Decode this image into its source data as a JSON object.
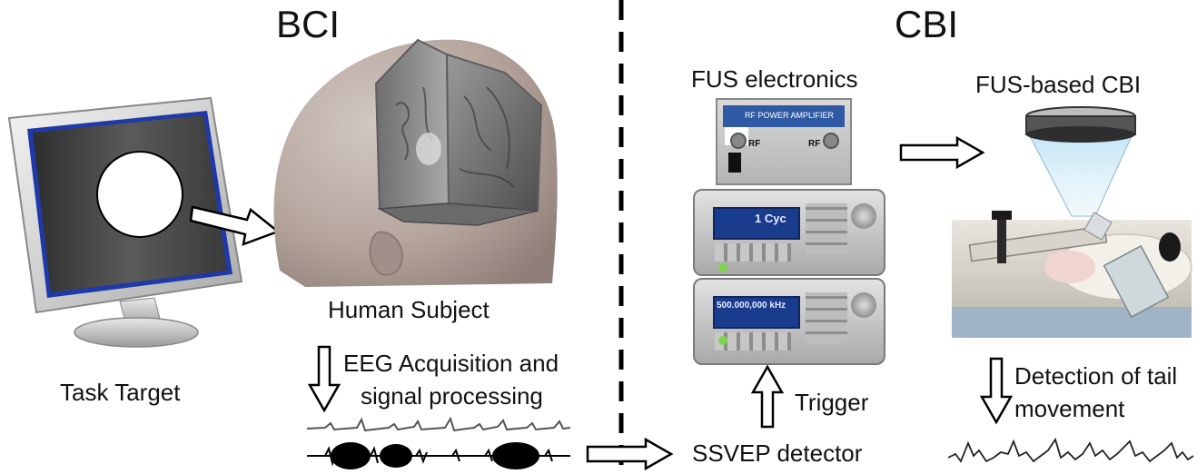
{
  "left_title": "BCI",
  "right_title": "CBI",
  "task_target_label": "Task Target",
  "human_subject_label": "Human Subject",
  "eeg_label_line1": "EEG Acquisition and",
  "eeg_label_line2": "signal processing",
  "fus_electronics_label": "FUS electronics",
  "fus_based_cbi_label": "FUS-based CBI",
  "ssvep_label": "SSVEP detector",
  "trigger_label": "Trigger",
  "tail_label_line1": "Detection of tail",
  "tail_label_line2": "movement",
  "amplifier_panel_text": "RF POWER AMPLIFIER",
  "amplifier_rf_left": "RF",
  "amplifier_rf_right": "RF",
  "generator_top_display": "1 Cyc",
  "generator_bottom_display": "500.000,000 kHz",
  "colors": {
    "arrow_outline": "#000000",
    "divider": "#000000",
    "monitor_screen": "#4a4a4a",
    "monitor_bezel": "#dcdcdc",
    "head_skin": "#b8aaa3",
    "brain_gray": "#7d7d7d",
    "equipment_body": "#d6d6d6",
    "amplifier_body": "#c9c9c9",
    "display_blue": "#1a3c8c"
  }
}
